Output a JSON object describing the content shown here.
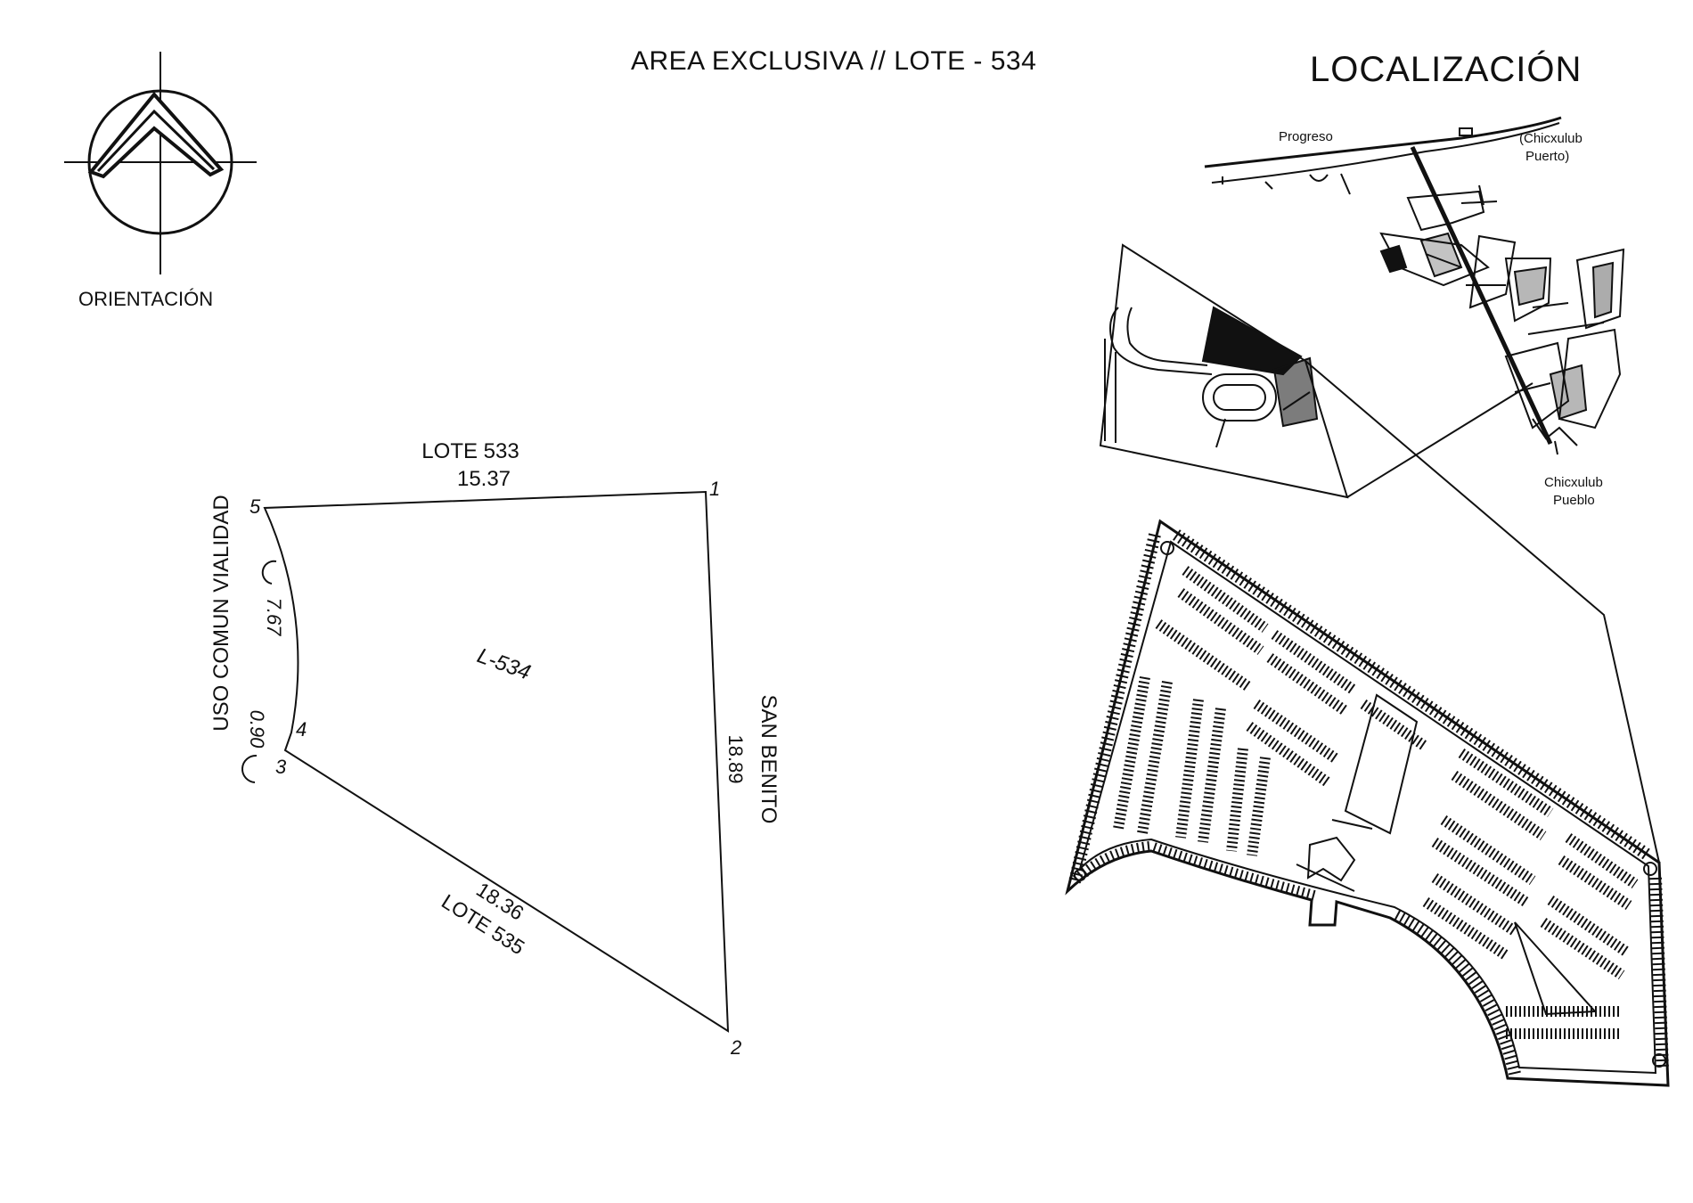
{
  "header": {
    "title": "AREA EXCLUSIVA // LOTE - 534",
    "location_title": "LOCALIZACIÓN"
  },
  "compass": {
    "label": "ORIENTACIÓN"
  },
  "lot": {
    "name": "L-534",
    "vertices": [
      "1",
      "2",
      "3",
      "4",
      "5"
    ],
    "north_neighbor": "LOTE 533",
    "north_length": "15.37",
    "south_neighbor": "LOTE 535",
    "south_length": "18.36",
    "east_street": "SAN BENITO",
    "east_length": "18.89",
    "west_side": "USO COMUN VIALIDAD",
    "arc_length_long": "7.67",
    "arc_length_short": "0.90"
  },
  "location_map": {
    "places": {
      "progreso": "Progreso",
      "chicxulub_puerto_line1": "(Chicxulub",
      "chicxulub_puerto_line2": "Puerto)",
      "chicxulub_pueblo_line1": "Chicxulub",
      "chicxulub_pueblo_line2": "Pueblo"
    }
  },
  "colors": {
    "ink": "#111111",
    "paper": "#ffffff"
  }
}
